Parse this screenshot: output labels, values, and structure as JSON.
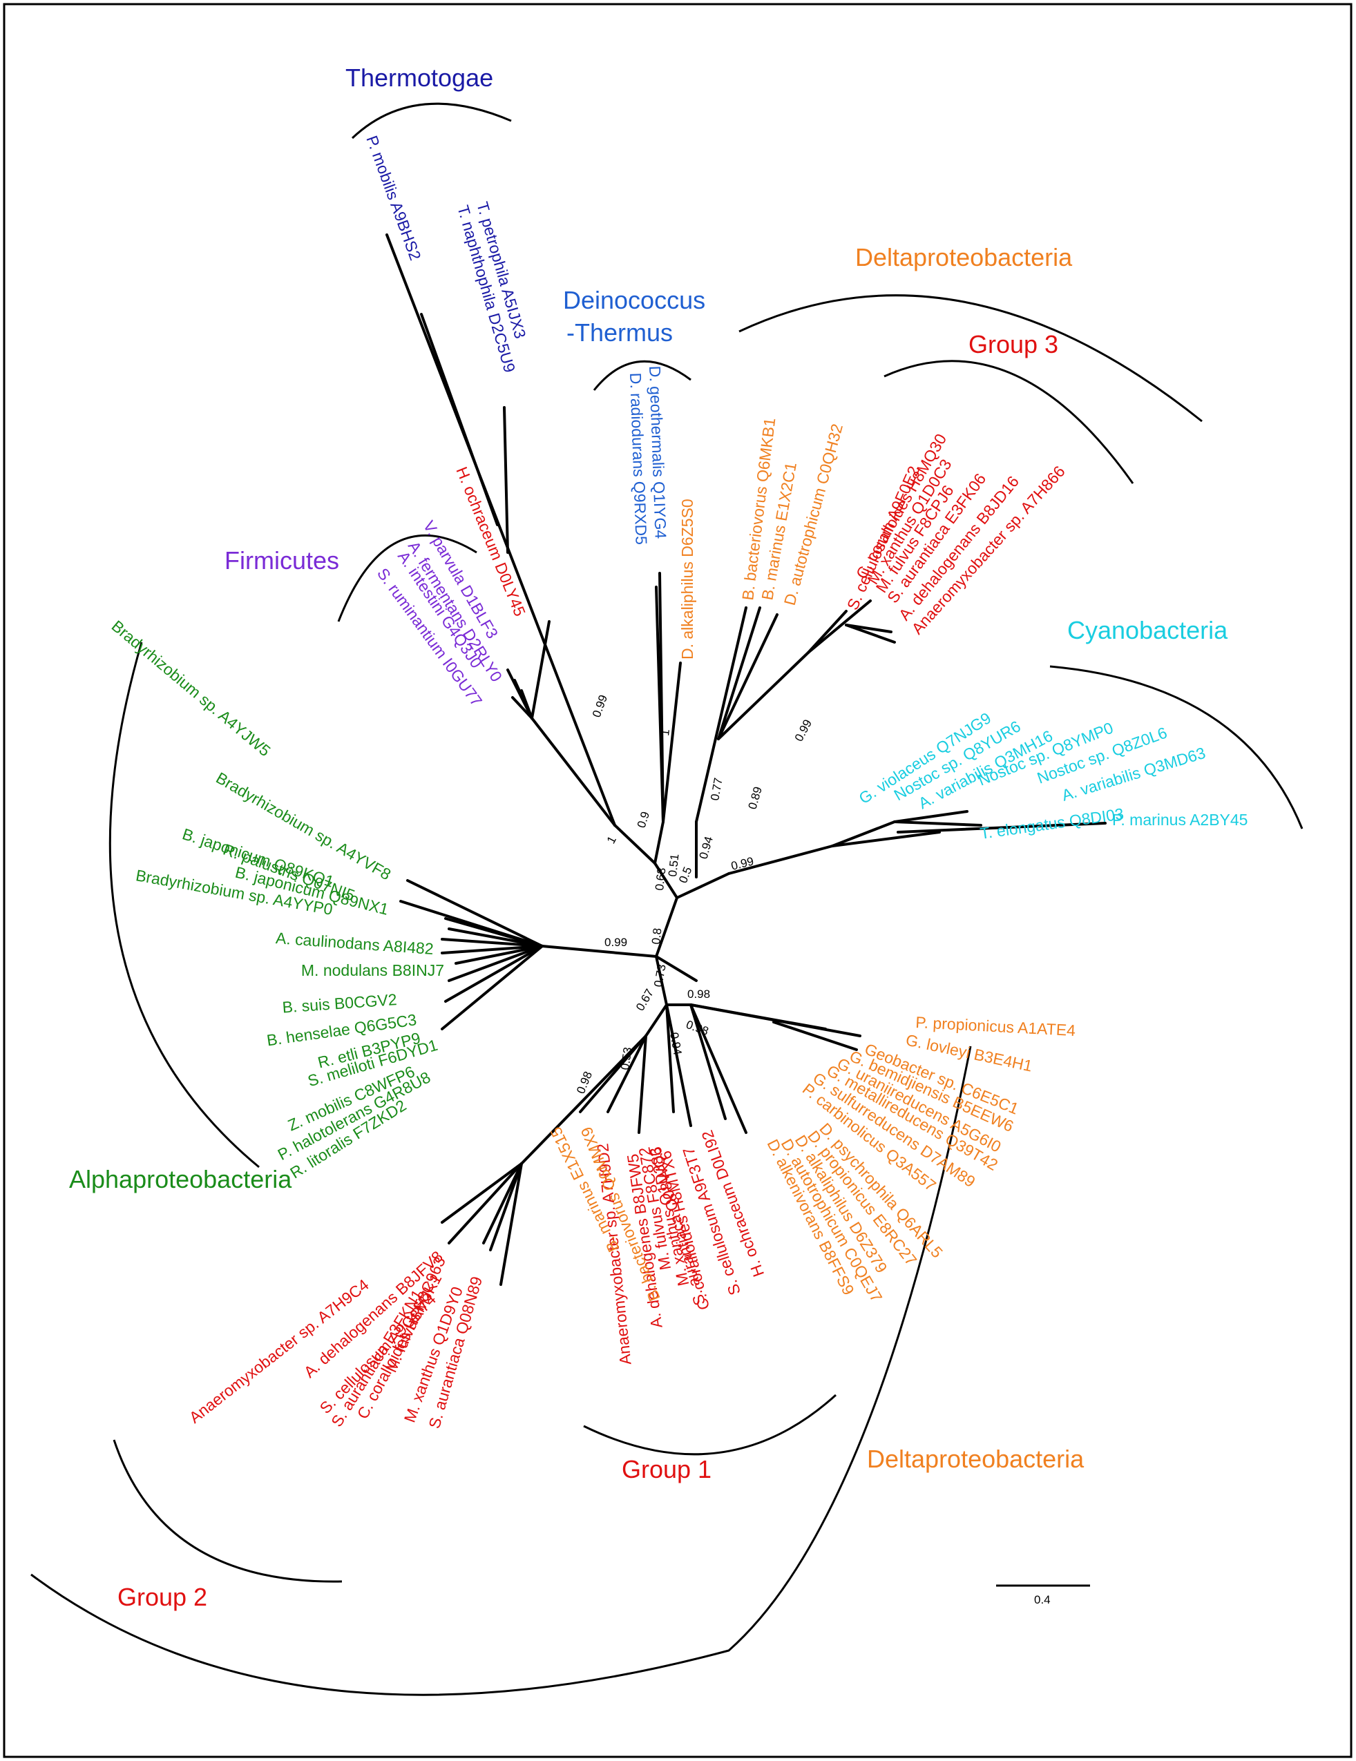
{
  "colors": {
    "frame": "#000000",
    "branch": "#000000",
    "thermotogae": "#1a1aa6",
    "deinococcus": "#1f5fd1",
    "delta": "#f08020",
    "group": "#e01010",
    "cyano": "#19cde0",
    "firmicutes": "#7a2bd6",
    "alpha": "#1a8c1a"
  },
  "clades": {
    "thermotogae": "Thermotogae",
    "deinococcus_1": "Deinococcus",
    "deinococcus_2": "-Thermus",
    "delta_top": "Deltaproteobacteria",
    "group3": "Group 3",
    "firmicutes": "Firmicutes",
    "cyanobacteria": "Cyanobacteria",
    "alphaproteobacteria": "Alphaproteobacteria",
    "group1": "Group 1",
    "delta_bottom": "Deltaproteobacteria",
    "group2": "Group 2"
  },
  "leaves": {
    "thermotogae": [
      "P. mobilis A9BHS2",
      "T. petrophila A5IJX3",
      "T. naphthophila D2C5U9"
    ],
    "deinococcus": [
      "D. geothermalis Q1IYG4",
      "D. radiodurans Q9RXD5"
    ],
    "delta_top": [
      "D. alkaliphilus D6Z5S0",
      "B. bacteriovorus Q6MKB1",
      "B. marinus E1X2C1",
      "D. autotrophicum C0QH32"
    ],
    "group3": [
      "S. cellulosum A9F0E2",
      "C. coralloides H8MQ30",
      "M. xanthus Q1D0C3",
      "M. fulvus F8CPJ6",
      "S. aurantiaca E3FK06",
      "A. dehalogenans B8JD16",
      "Anaeromyxobacter sp. A7H866"
    ],
    "firmicutes_outlier": [
      "H. ochraceum D0LY45"
    ],
    "firmicutes": [
      "V. parvula D1BLF3",
      "A. fermentans D2RLY0",
      "A. intestini G4Q3J0",
      "S. ruminantium I0GU77"
    ],
    "cyanobacteria": [
      "G. violaceus Q7NJG9",
      "Nostoc sp. Q8YUR6",
      "A. variabilis Q3MH16",
      "Nostoc sp. Q8YMP0",
      "Nostoc sp. Q8Z0L6",
      "A. variabilis Q3MD63",
      "T. elongatus Q8DI03",
      "P. marinus A2BY45"
    ],
    "alpha": [
      "Bradyrhizobium sp. A4YJW5",
      "Bradyrhizobium sp. A4YVF8",
      "R. palustris Q07NI5",
      "B. japonicum Q89KQ1",
      "B. japonicum Q89NX1",
      "Bradyrhizobium sp. A4YYP0",
      "A. caulinodans A8I482",
      "M. nodulans B8INJ7",
      "B. suis B0CGV2",
      "B. henselae Q6G5C3",
      "R. etli B3PYP9",
      "S. meliloti F6DYD1",
      "Z. mobilis C8WFP6",
      "P. halotolerans G4R8U8",
      "R. litoralis F7ZKD2"
    ],
    "delta_bottom": [
      "P. propionicus A1ATE4",
      "G. lovleyi B3E4H1",
      "Geobacter sp. C6E5C1",
      "G. bemidjiensis B5EEW6",
      "G. uraniireducens A5G6I0",
      "G. metallireducens Q39T42",
      "G. sulfurreducens D7AM89",
      "P. carbinolicus Q3A557",
      "D. psychrophila Q6ARL5",
      "D. propionicus E8RC27",
      "D. alkaliphilus D6Z379",
      "D. autotrophicum C0QEJ7",
      "D. alkenivorans B8FFS9"
    ],
    "group1": [
      "H. ochraceum D0LI92",
      "S. cellulosum A9F3T7",
      "S. aurantiaca Q08WQ6",
      "C. coralloides H8MTX6",
      "M. xanthus Q1D383",
      "M. fulvus F8C872",
      "A. dehalogenes B8JFW5",
      "Anaeromyxobacter sp. A7H9D2"
    ],
    "delta_mid": [
      "B. bacteriovorus Q6MMX9",
      "B. marinus E1X515"
    ],
    "group2": [
      "Anaeromyxobacter sp. A7H9C4",
      "A. dehalogenans B8JFV8",
      "S. cellulosum A9GR74",
      "S. aurantiaca E3FKN1",
      "C. coralloides H8MJK1",
      "M. fulvus F8C963",
      "M. xanthus Q1D9Y0",
      "S. aurantiaca Q08N89"
    ]
  },
  "support": [
    "0.99",
    "0.9",
    "1",
    "0.63",
    "0.51",
    "1",
    "0.77",
    "0.94",
    "0.89",
    "0.99",
    "0.5",
    "0.8",
    "0.99",
    "0.99",
    "0.73",
    "0.98",
    "0.98",
    "0.94",
    "0.67",
    "0.53",
    "0.98"
  ],
  "scale": "0.4"
}
